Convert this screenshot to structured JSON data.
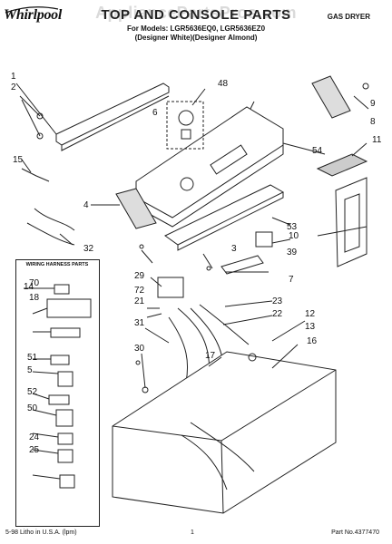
{
  "header": {
    "brand": "Whirlpool",
    "watermark": "AppliancePartsPros.com",
    "title": "TOP AND CONSOLE PARTS",
    "model_line": "For Models: LGR5636EQ0, LGR5636EZ0",
    "color_line": "(Designer White)(Designer Almond)",
    "product": "GAS DRYER"
  },
  "callouts": [
    "1",
    "2",
    "3",
    "4",
    "6",
    "8",
    "9",
    "10",
    "11",
    "12",
    "13",
    "14",
    "15",
    "16",
    "17",
    "18",
    "21",
    "22",
    "23",
    "24",
    "25",
    "29",
    "30",
    "31",
    "32",
    "39",
    "48",
    "50",
    "51",
    "52",
    "53",
    "54",
    "70",
    "72",
    "5",
    "7"
  ],
  "harness_box": {
    "title": "WIRING HARNESS PARTS"
  },
  "footer": {
    "left": "5-98 Litho in U.S.A. (lpm)",
    "page": "1",
    "right": "Part No.4377470"
  }
}
